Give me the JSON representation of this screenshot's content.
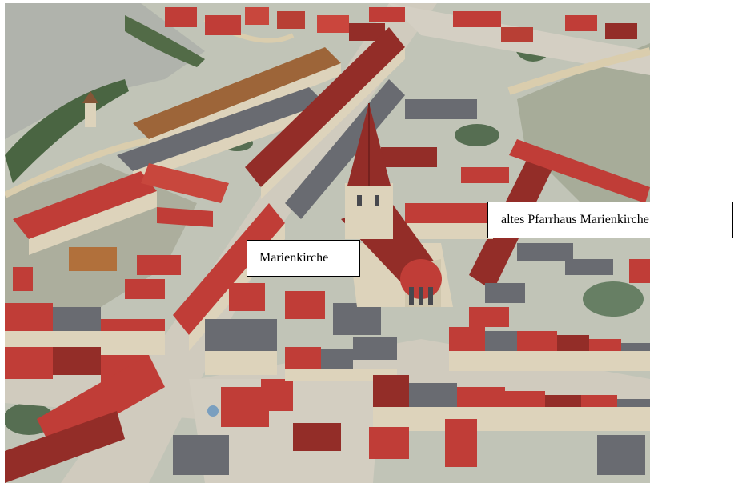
{
  "image": {
    "description_role": "photograph",
    "colors": {
      "ground": "#c9cdbf",
      "lawn": "#a3a892",
      "road": "#d9d4c6",
      "roof_red": "#c8403a",
      "roof_dark_red": "#9a2f2a",
      "roof_grey": "#6e7076",
      "roof_brown": "#a46a3c",
      "wall": "#e6dcc3",
      "hedge": "#4e6a45",
      "label_border": "#000000",
      "label_bg": "#ffffff"
    }
  },
  "labels": {
    "marienkirche": "Marienkirche",
    "pfarrhaus": "altes Pfarrhaus Marienkirche"
  }
}
